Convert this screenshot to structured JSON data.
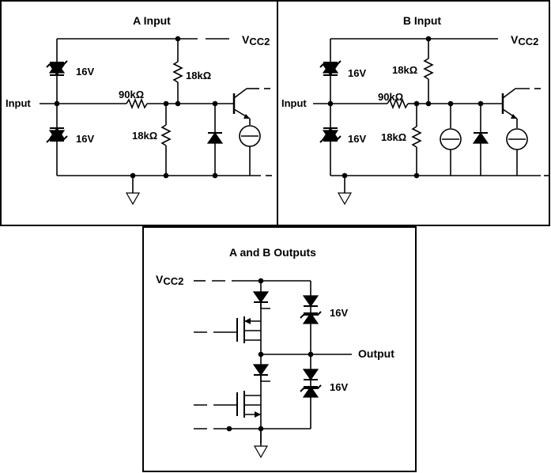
{
  "panel_a": {
    "title": "A Input",
    "vcc": "V",
    "vcc_sub": "CC2",
    "input_label": "Input",
    "zener_top": "16V",
    "zener_bottom": "16V",
    "r_series": "90kΩ",
    "r_top": "18kΩ",
    "r_bottom": "18kΩ"
  },
  "panel_b": {
    "title": "B Input",
    "vcc": "V",
    "vcc_sub": "CC2",
    "input_label": "Input",
    "zener_top": "16V",
    "zener_bottom": "16V",
    "r_series": "90kΩ",
    "r_top": "18kΩ",
    "r_bottom": "18kΩ"
  },
  "panel_out": {
    "title": "A and B Outputs",
    "vcc": "V",
    "vcc_sub": "CC2",
    "output_label": "Output",
    "zener_top": "16V",
    "zener_bottom": "16V"
  }
}
